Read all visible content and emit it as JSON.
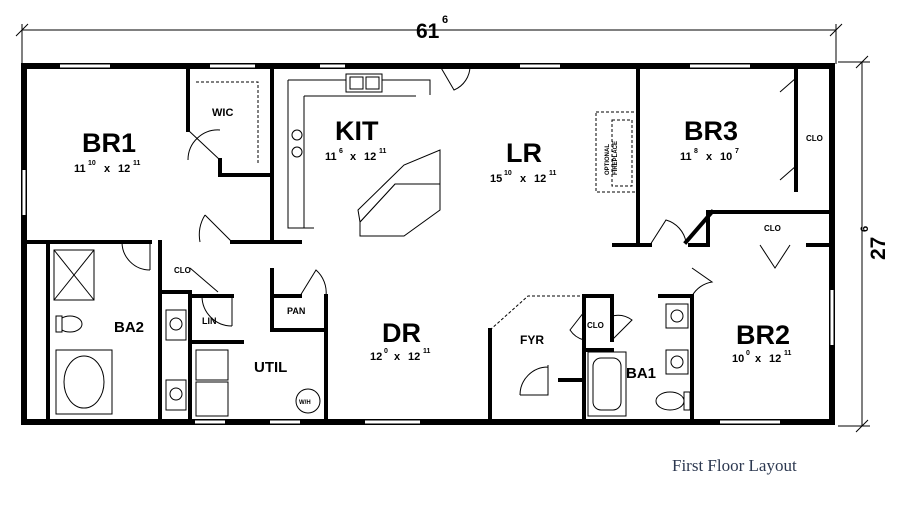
{
  "overall": {
    "width_feet": "61",
    "width_inches": "6",
    "depth_feet": "27",
    "depth_inches": "6"
  },
  "rooms": {
    "br1": {
      "name": "BR1",
      "w_ft": "11",
      "w_in": "10",
      "x": "x",
      "d_ft": "12",
      "d_in": "11"
    },
    "kit": {
      "name": "KIT",
      "w_ft": "11",
      "w_in": "6",
      "x": "x",
      "d_ft": "12",
      "d_in": "11"
    },
    "lr": {
      "name": "LR",
      "w_ft": "15",
      "w_in": "10",
      "x": "x",
      "d_ft": "12",
      "d_in": "11"
    },
    "br3": {
      "name": "BR3",
      "w_ft": "11",
      "w_in": "8",
      "x": "x",
      "d_ft": "10",
      "d_in": "7"
    },
    "dr": {
      "name": "DR",
      "w_ft": "12",
      "w_in": "0",
      "x": "x",
      "d_ft": "12",
      "d_in": "11"
    },
    "br2": {
      "name": "BR2",
      "w_ft": "10",
      "w_in": "0",
      "x": "x",
      "d_ft": "12",
      "d_in": "11"
    }
  },
  "labels": {
    "wic": "WIC",
    "ba2": "BA2",
    "util": "UTIL",
    "ba1": "BA1",
    "fyr": "FYR",
    "lin": "LIN",
    "pan": "PAN",
    "wh": "W/H",
    "clo": "CLO",
    "optional": "OPTIONAL",
    "fireplace": "FIREPLACE"
  },
  "caption": "First Floor Layout"
}
